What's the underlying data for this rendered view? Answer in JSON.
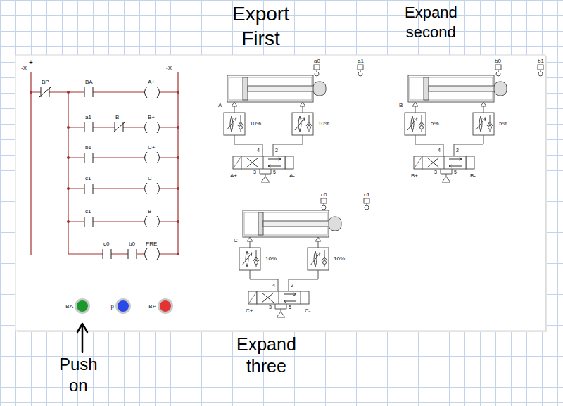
{
  "diagram": {
    "nodes": [
      {
        "text": [
          "BA"
        ]
      },
      {
        "text": [
          "p"
        ]
      },
      {
        "text": [
          "BP"
        ]
      }
    ],
    "labels": [
      "Export First",
      "Expand second",
      "-X",
      "+",
      "-X",
      "-",
      "BP",
      "BA",
      "A+",
      "a1",
      "B-",
      "B+",
      "b1",
      "C+",
      "c1",
      "C-",
      "c1",
      "B-",
      "c0",
      "b0",
      "PRE",
      "a0",
      "a1",
      "A",
      "10%",
      "10%",
      "4",
      "2",
      "3",
      "5",
      "A+",
      "A-",
      "b0",
      "b1",
      "B",
      "5%",
      "5%",
      "4",
      "2",
      "3",
      "5",
      "B+",
      "B-",
      "c0",
      "c1",
      "C",
      "10%",
      "10%",
      "4",
      "2",
      "3",
      "5",
      "C+",
      "C-",
      "Expand three",
      "Push on"
    ]
  }
}
